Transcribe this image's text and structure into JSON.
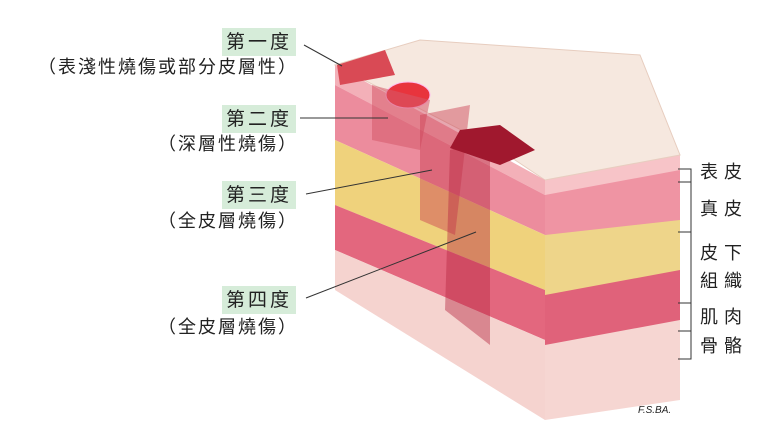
{
  "degrees": [
    {
      "label": "第一度",
      "description": "（表淺性燒傷或部分皮層性）"
    },
    {
      "label": "第二度",
      "description": "（深層性燒傷）"
    },
    {
      "label": "第三度",
      "description": "（全皮層燒傷）"
    },
    {
      "label": "第四度",
      "description": "（全皮層燒傷）"
    }
  ],
  "layers": [
    "表皮",
    "真皮",
    "皮下組織",
    "肌肉",
    "骨骼"
  ],
  "layer_lines": [
    [
      "表皮"
    ],
    [
      "真皮"
    ],
    [
      "皮下",
      "組織"
    ],
    [
      "肌肉"
    ],
    [
      "骨骼"
    ]
  ],
  "credit": "F.S.BA.",
  "colors": {
    "label_bg": "#d6ecd9",
    "burn": "#c0283a",
    "skin": "#f1a7b0",
    "fat": "#f0d77a"
  }
}
